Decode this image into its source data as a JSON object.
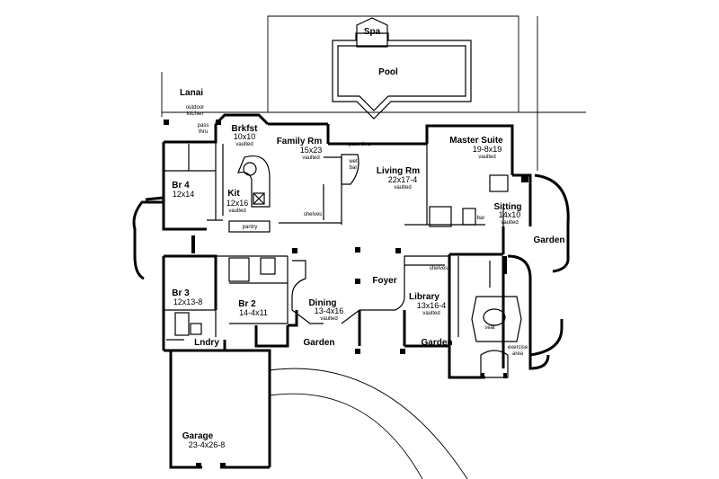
{
  "rooms": {
    "spa": "Spa",
    "pool": "Pool",
    "lanai": "Lanai",
    "brkfst": {
      "name": "Brkfst",
      "dim": "10x10",
      "note": "vaulted"
    },
    "family": {
      "name": "Family Rm",
      "dim": "15x23",
      "note": "vaulted"
    },
    "living": {
      "name": "Living Rm",
      "dim": "22x17-4",
      "note": "vaulted"
    },
    "master": {
      "name": "Master Suite",
      "dim": "19-8x19",
      "note": "vaulted"
    },
    "br4": {
      "name": "Br 4",
      "dim": "12x14"
    },
    "kit": {
      "name": "Kit",
      "dim": "12x16",
      "note": "vaulted"
    },
    "sitting": {
      "name": "Sitting",
      "dim": "14x10",
      "note": "vaulted"
    },
    "garden_right": "Garden",
    "br3": {
      "name": "Br 3",
      "dim": "12x13-8"
    },
    "br2": {
      "name": "Br 2",
      "dim": "14-4x11"
    },
    "dining": {
      "name": "Dining",
      "dim": "13-4x16",
      "note": "vaulted"
    },
    "foyer": "Foyer",
    "library": {
      "name": "Library",
      "dim": "13x16-4",
      "note": "vaulted"
    },
    "lndry": "Lndry",
    "garden_left": "Garden",
    "garden_mid": "Garden",
    "garage": {
      "name": "Garage",
      "dim": "23-4x26-8"
    }
  },
  "annotations": {
    "outdoor_kitchen_1": "outdoor",
    "outdoor_kitchen_2": "kitchen",
    "pass_thru_1a": "pass",
    "pass_thru_1b": "thru",
    "pass_thru_2": "pass-thru",
    "wet_bar_1": "wet",
    "wet_bar_2": "bar",
    "shelves_1": "shelves",
    "shelves_2": "shelves",
    "pantry": "pantry",
    "bar": "bar",
    "seat": "seat",
    "exercise_1": "exercise",
    "exercise_2": "area"
  }
}
